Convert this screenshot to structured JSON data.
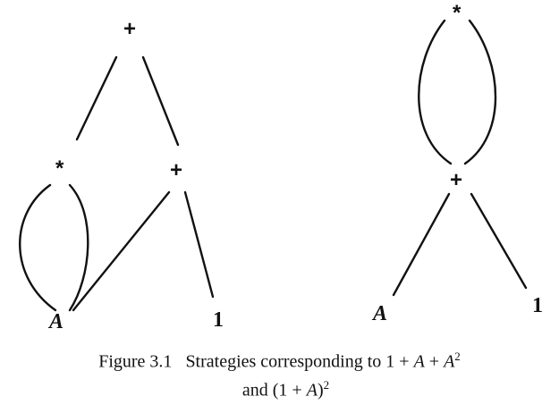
{
  "diagram": {
    "left_tree": {
      "root_op": "+",
      "mult_op": "*",
      "sum_op": "+",
      "leaf_a": "A",
      "leaf_one": "1"
    },
    "right_tree": {
      "root_op": "*",
      "sum_op": "+",
      "leaf_a": "A",
      "leaf_one": "1"
    }
  },
  "caption": {
    "label": "Figure 3.1",
    "text_prefix": "Strategies corresponding to ",
    "expr1_a": "1 + ",
    "expr1_b": "A",
    "expr1_c": " + ",
    "expr1_d": "A",
    "expr1_sup": "2",
    "line2_and": "and (1 + ",
    "line2_a": "A",
    "line2_close": ")",
    "line2_sup": "2"
  }
}
